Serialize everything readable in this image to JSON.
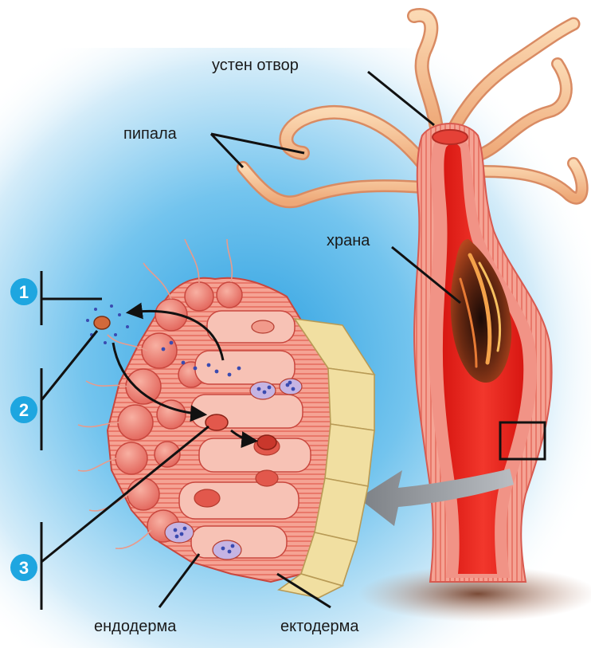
{
  "labels": {
    "mouth_opening": "устен отвор",
    "tentacles": "пипала",
    "food": "храна",
    "endoderm": "ендодерма",
    "ectoderm": "ектодерма"
  },
  "steps": [
    {
      "number": "1"
    },
    {
      "number": "2"
    },
    {
      "number": "3"
    }
  ],
  "colors": {
    "background_glow": "#55b8ea",
    "body_wall": "#f08a80",
    "body_wall_light": "#f7b6a8",
    "gut_cavity": "#e8231f",
    "tentacle": "#f6c79a",
    "ectoderm_cells": "#f1dfa1",
    "step_badge": "#1ea6e0",
    "arrow": "#8a8e93",
    "vacuole_dots": "#3a4bb0"
  }
}
